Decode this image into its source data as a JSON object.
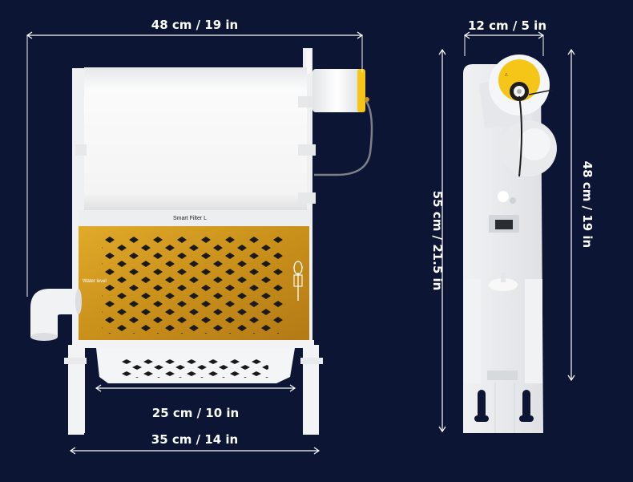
{
  "dimensions": {
    "front_width": "48 cm / 19 in",
    "front_base_width": "35 cm / 14 in",
    "front_tray_width": "25 cm / 10 in",
    "side_depth": "12 cm / 5 in",
    "side_total_height": "55 cm / 21.5 in",
    "side_upper_height": "48 cm / 19 in"
  },
  "product_label": "Smart Filter L",
  "panel_label": "Water level",
  "colors": {
    "background": "#0c1533",
    "frame": "#f2f3f5",
    "filter_roll": "#f7f7f7",
    "panel": "#d9a21f",
    "motor_yellow": "#f5c617"
  }
}
